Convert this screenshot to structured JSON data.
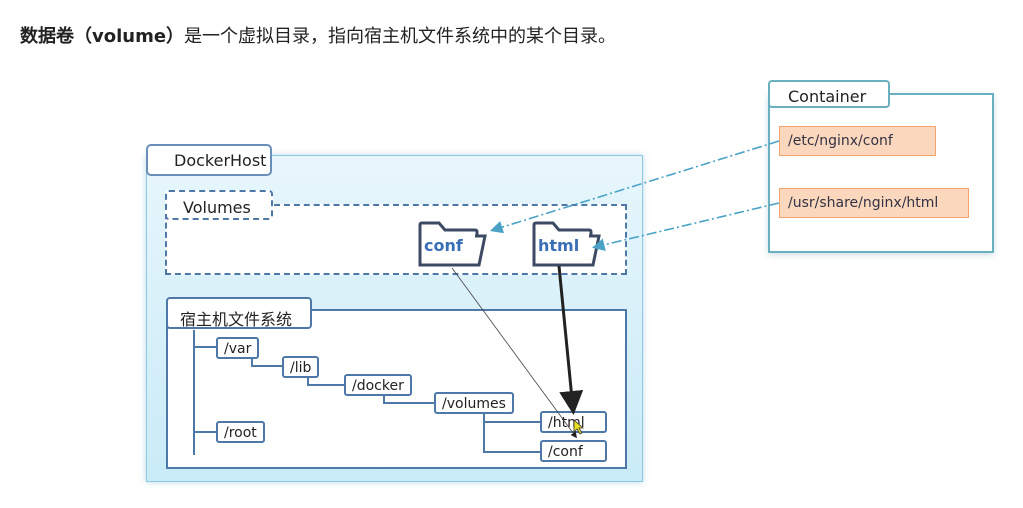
{
  "heading": {
    "bold": "数据卷（volume）",
    "rest": "是一个虚拟目录，指向宿主机文件系统中的某个目录。"
  },
  "docker_host": {
    "label": "DockerHost"
  },
  "volumes": {
    "label": "Volumes",
    "folders": [
      "conf",
      "html"
    ]
  },
  "host_fs": {
    "label": "宿主机文件系统",
    "nodes": {
      "var": "/var",
      "lib": "/lib",
      "docker": "/docker",
      "volumes": "/volumes",
      "html": "/html",
      "conf": "/conf",
      "root": "/root"
    }
  },
  "container": {
    "label": "Container",
    "paths": [
      "/etc/nginx/conf",
      "/usr/share/nginx/html"
    ]
  },
  "colors": {
    "frame": "#4d78a8",
    "folder_text": "#3a6fb7",
    "path_fill": "#fbd7bd",
    "path_border": "#f2a56e",
    "dash_line": "#4aa3c7",
    "cursor": "#e8e020"
  }
}
